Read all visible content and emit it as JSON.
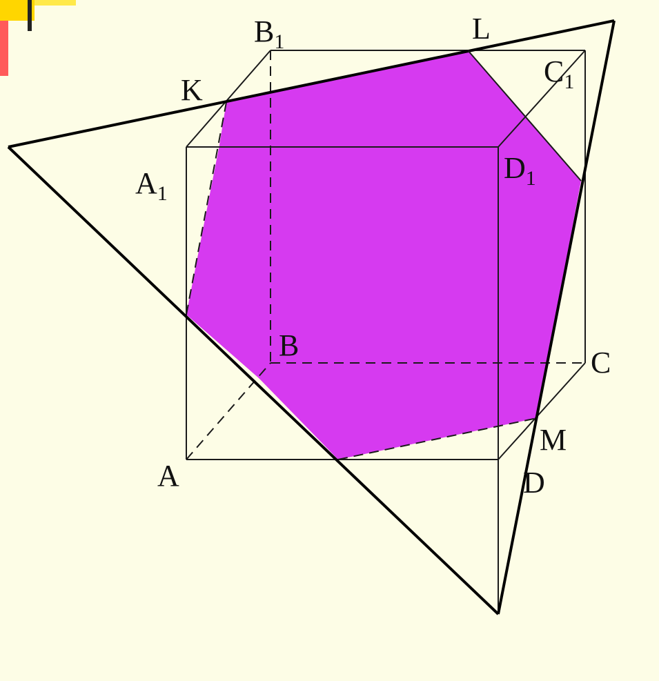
{
  "colors": {
    "background": "#fdfde6",
    "section_fill": "#d63af0",
    "line": "#1a1a1a"
  },
  "labels": {
    "B1": {
      "main": "B",
      "sub": "1"
    },
    "L": {
      "main": "L",
      "sub": ""
    },
    "C1": {
      "main": "C",
      "sub": "1"
    },
    "K": {
      "main": "K",
      "sub": ""
    },
    "A1": {
      "main": "A",
      "sub": "1"
    },
    "D1": {
      "main": "D",
      "sub": "1"
    },
    "B": {
      "main": "B",
      "sub": ""
    },
    "C": {
      "main": "C",
      "sub": ""
    },
    "M": {
      "main": "M",
      "sub": ""
    },
    "A": {
      "main": "A",
      "sub": ""
    },
    "D": {
      "main": "D",
      "sub": ""
    }
  }
}
